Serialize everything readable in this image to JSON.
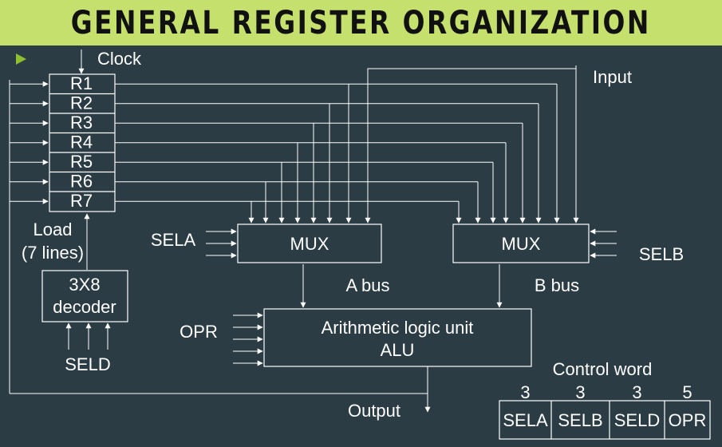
{
  "title": "GENERAL REGISTER ORGANIZATION",
  "diagram": {
    "clock": "Clock",
    "registers": [
      "R1",
      "R2",
      "R3",
      "R4",
      "R5",
      "R6",
      "R7"
    ],
    "load_line1": "Load",
    "load_line2": "(7 lines)",
    "decoder_line1": "3X8",
    "decoder_line2": "decoder",
    "seld": "SELD",
    "sela": "SELA",
    "selb": "SELB",
    "mux_a": "MUX",
    "mux_b": "MUX",
    "input": "Input",
    "a_bus": "A bus",
    "b_bus": "B bus",
    "opr": "OPR",
    "alu_line1": "Arithmetic logic unit",
    "alu_line2": "ALU",
    "output": "Output"
  },
  "control_word": {
    "title": "Control word",
    "fields": [
      {
        "bits": "3",
        "name": "SELA"
      },
      {
        "bits": "3",
        "name": "SELB"
      },
      {
        "bits": "3",
        "name": "SELD"
      },
      {
        "bits": "5",
        "name": "OPR"
      }
    ]
  }
}
